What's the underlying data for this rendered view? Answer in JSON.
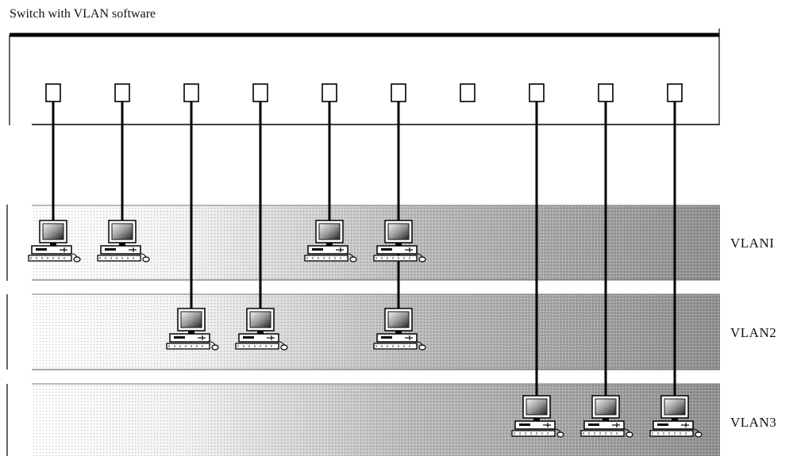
{
  "title": "Switch with VLAN software",
  "vlans": [
    {
      "label": "VLANI",
      "ports": [
        1,
        2,
        5,
        6
      ]
    },
    {
      "label": "VLAN2",
      "ports": [
        3,
        4,
        6
      ]
    },
    {
      "label": "VLAN3",
      "ports": [
        8,
        9,
        10
      ]
    }
  ],
  "port_count": 10
}
